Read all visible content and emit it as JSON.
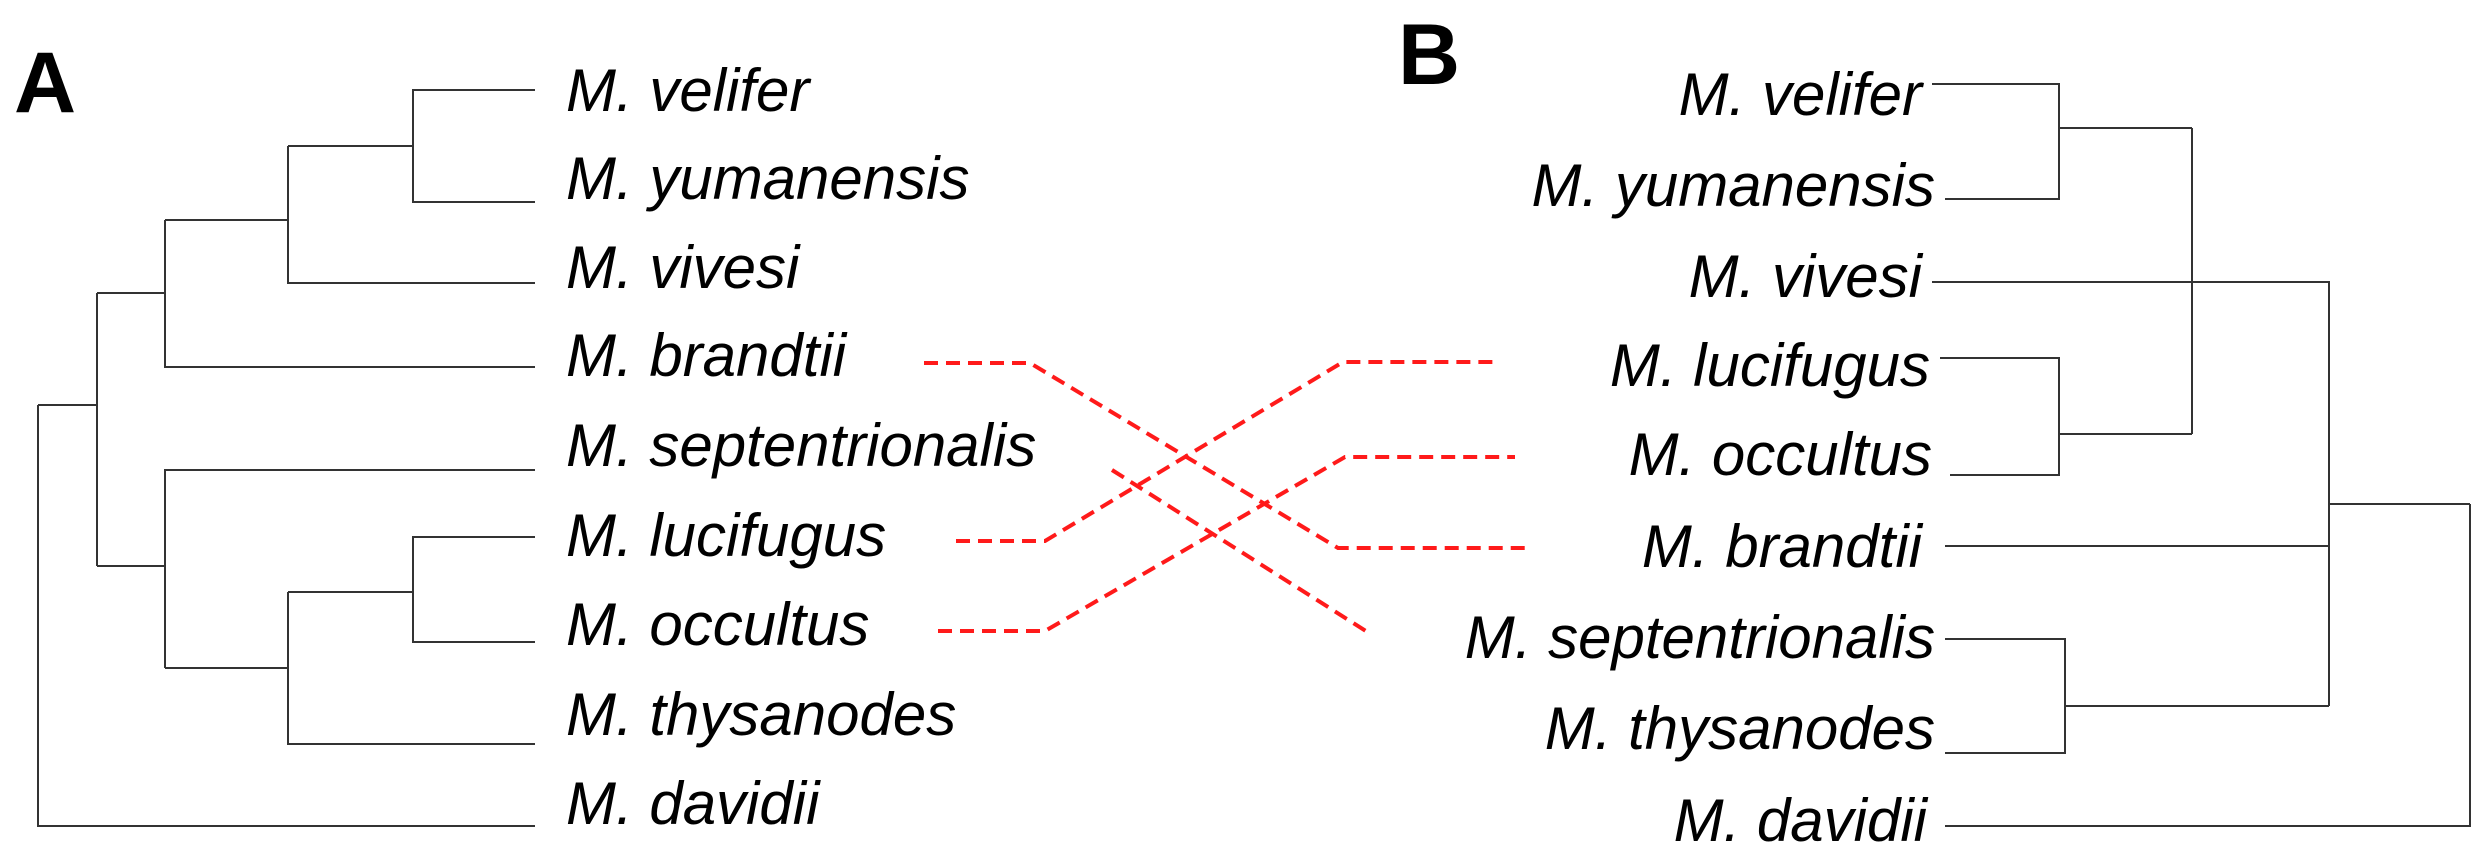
{
  "panels": {
    "a": {
      "label": "A",
      "taxa": [
        "M. velifer",
        "M. yumanensis",
        "M. vivesi",
        "M. brandtii",
        "M. septentrionalis",
        "M. lucifugus",
        "M. occultus",
        "M. thysanodes",
        "M. davidii"
      ]
    },
    "b": {
      "label": "B",
      "taxa": [
        "M. velifer",
        "M. yumanensis",
        "M. vivesi",
        "M. lucifugus",
        "M. occultus",
        "M. brandtii",
        "M. septentrionalis",
        "M. thysanodes",
        "M. davidii"
      ]
    }
  },
  "colors": {
    "branch": "#333333",
    "connector": "#ff1a1a",
    "text": "#000000"
  },
  "connections": [
    {
      "taxon": "M. brandtii"
    },
    {
      "taxon": "M. septentrionalis"
    },
    {
      "taxon": "M. lucifugus"
    },
    {
      "taxon": "M. occultus"
    }
  ]
}
